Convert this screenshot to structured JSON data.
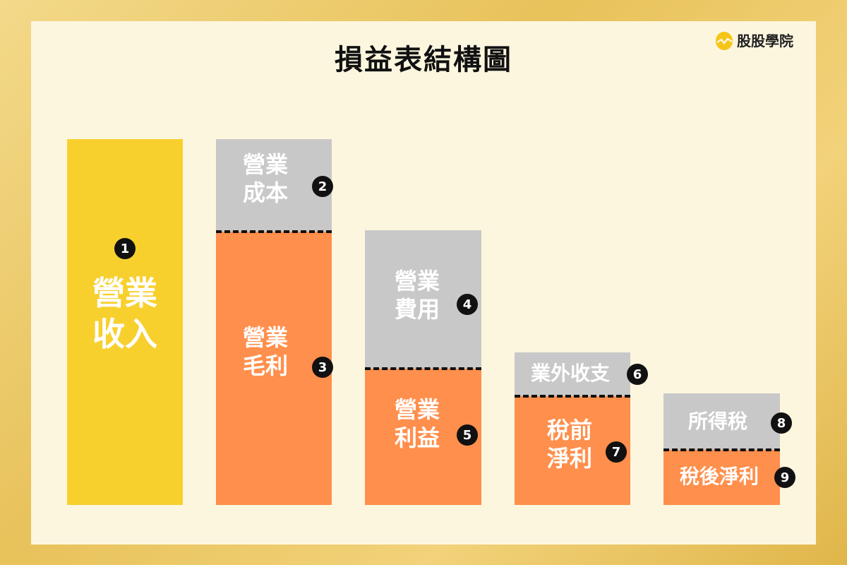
{
  "title": "損益表結構圖",
  "brand": {
    "name": "股股學院",
    "icon": "egg-chick-logo-icon"
  },
  "colors": {
    "gold": "#f8d02e",
    "grey": "#c8c8c8",
    "orange": "#ff8f4c",
    "badge": "#111111"
  },
  "blocks": {
    "revenue": {
      "num": "1",
      "label": "營業\n收入"
    },
    "cogs": {
      "num": "2",
      "label": "營業\n成本"
    },
    "gross_profit": {
      "num": "3",
      "label": "營業\n毛利"
    },
    "opex": {
      "num": "4",
      "label": "營業\n費用"
    },
    "operating_income": {
      "num": "5",
      "label": "營業\n利益"
    },
    "non_operating": {
      "num": "6",
      "label": "業外收支"
    },
    "pretax_income": {
      "num": "7",
      "label": "稅前\n淨利"
    },
    "income_tax": {
      "num": "8",
      "label": "所得稅"
    },
    "net_income": {
      "num": "9",
      "label": "稅後淨利"
    }
  }
}
